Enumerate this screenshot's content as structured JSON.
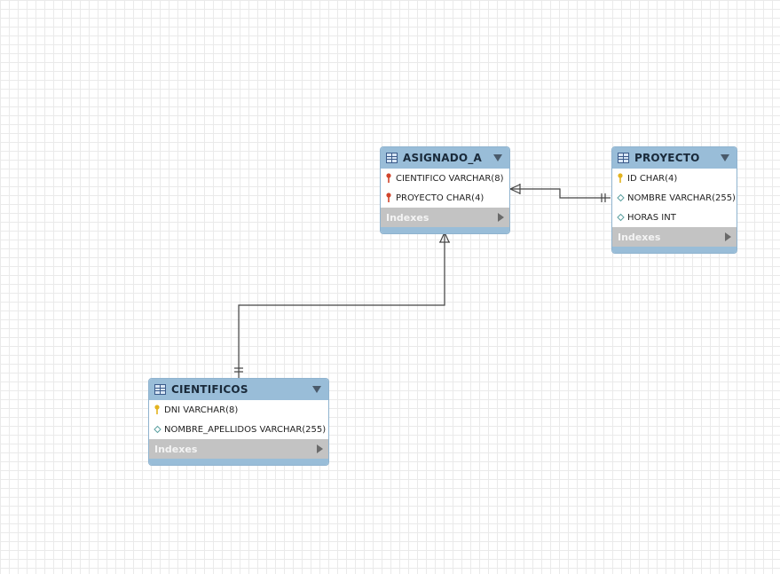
{
  "tables": {
    "asignado_a": {
      "name": "ASIGNADO_A",
      "columns": [
        {
          "label": "CIENTIFICO VARCHAR(8)",
          "icon": "foreign-key-icon"
        },
        {
          "label": "PROYECTO CHAR(4)",
          "icon": "foreign-key-icon"
        }
      ],
      "indexes_label": "Indexes"
    },
    "proyecto": {
      "name": "PROYECTO",
      "columns": [
        {
          "label": "ID CHAR(4)",
          "icon": "primary-key-icon"
        },
        {
          "label": "NOMBRE VARCHAR(255)",
          "icon": "column-diamond-icon"
        },
        {
          "label": "HORAS INT",
          "icon": "column-diamond-icon"
        }
      ],
      "indexes_label": "Indexes"
    },
    "cientificos": {
      "name": "CIENTIFICOS",
      "columns": [
        {
          "label": "DNI VARCHAR(8)",
          "icon": "primary-key-icon"
        },
        {
          "label": "NOMBRE_APELLIDOS VARCHAR(255)",
          "icon": "column-diamond-icon"
        }
      ],
      "indexes_label": "Indexes"
    }
  },
  "relationships": [
    {
      "from": "ASIGNADO_A",
      "to": "PROYECTO",
      "from_cardinality": "many",
      "to_cardinality": "one"
    },
    {
      "from": "ASIGNADO_A",
      "to": "CIENTIFICOS",
      "from_cardinality": "many",
      "to_cardinality": "one"
    }
  ],
  "colors": {
    "header": "#99bdd8",
    "indexes_bar": "#c3c3c3",
    "foreign_key": "#d0442c",
    "primary_key": "#e3b31f",
    "nullable_column": "#5aa0a0",
    "connector": "#444444"
  }
}
